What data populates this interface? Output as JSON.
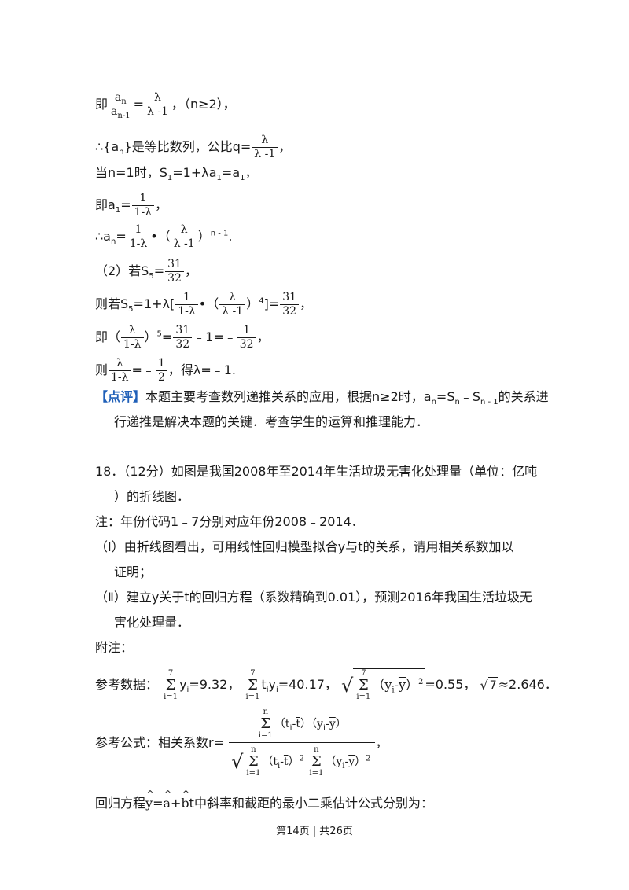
{
  "l1": {
    "a": "即",
    "num": "a",
    "nsub": "n",
    "den": "a",
    "dsub": "n-1",
    "eq": "=",
    "num2": "λ",
    "den2": "λ -1",
    "tail": "，（n≥2），"
  },
  "l2": {
    "a": "∴{a",
    "sub": "n",
    "b": "}是等比数列，公比q=",
    "num": "λ",
    "den": "λ -1",
    "tail": "，"
  },
  "l3": {
    "a": "当n=1时，S",
    "s1": "1",
    "b": "=1+λa",
    "s2": "1",
    "c": "=a",
    "s3": "1",
    "d": "，"
  },
  "l4": {
    "a": "即a",
    "s1": "1",
    "b": "=",
    "num": "1",
    "den": "1-λ",
    "tail": "，"
  },
  "l5": {
    "a": "∴a",
    "s1": "n",
    "b": "=",
    "num": "1",
    "den": "1-λ",
    "c": "•（",
    "num2": "λ",
    "den2": "λ -1",
    "d": "）",
    "sup": "n - 1",
    "tail": "."
  },
  "l6": {
    "a": "（2）若S",
    "s1": "5",
    "b": "=",
    "num": "31",
    "den": "32",
    "tail": "，"
  },
  "l7": {
    "a": "则若S",
    "s1": "5",
    "b": "=1+λ[",
    "num": "1",
    "den": "1-λ",
    "c": "•（",
    "num2": "λ",
    "den2": "λ -1",
    "d": "）",
    "sup": "4",
    "e": "]=",
    "num3": "31",
    "den3": "32",
    "tail": "，"
  },
  "l8": {
    "a": "即（",
    "num": "λ",
    "den": "1-λ",
    "b": "）",
    "sup": "5",
    "c": "=",
    "num2": "31",
    "den2": "32",
    "d": "﹣1=﹣",
    "num3": "1",
    "den3": "32",
    "tail": "，"
  },
  "l9": {
    "a": "则",
    "num": "λ",
    "den": "1-λ",
    "b": "=﹣",
    "num2": "1",
    "den2": "2",
    "tail": "，得λ=﹣1."
  },
  "comment": {
    "tag": "【点评】",
    "a": "本题主要考查数列递推关系的应用，根据n≥2时，a",
    "s1": "n",
    "b": "=S",
    "s2": "n",
    "c": "﹣S",
    "s3": "n - 1",
    "d": "的关系进",
    "line2": "行递推是解决本题的关键．考查学生的运算和推理能力．"
  },
  "q18": {
    "line1": "18．（12分）如图是我国2008年至2014年生活垃圾无害化处理量（单位：亿吨",
    "line2": "）的折线图．",
    "note": "注：年份代码1﹣7分别对应年份2008﹣2014．",
    "p1a": "（Ⅰ）由折线图看出，可用线性回归模型拟合y与t的关系，请用相关系数加以",
    "p1b": "证明；",
    "p2a": "（Ⅱ）建立y关于t的回归方程（系数精确到0.01），预测2016年我国生活垃圾无",
    "p2b": "害化处理量．",
    "appendix": "附注："
  },
  "ref_data": {
    "label": "参考数据：",
    "top": "7",
    "bot": "i=1",
    "sig": "Σ",
    "t1": "y",
    "t1s": "i",
    "v1": "=9.32，",
    "t2": "t",
    "t2s": "i",
    "t3": "y",
    "t3s": "i",
    "v2": "=40.17，",
    "inner": "（y",
    "inner_s": "i",
    "minus": "-",
    "ybar": "y",
    "inner_end": "）",
    "sq": "2",
    "v3": "=0.55，",
    "sqrt7": "7",
    "v4": "≈2.646．"
  },
  "ref_formula": {
    "label": "参考公式：相关系数r=",
    "n": "n",
    "i1": "i=1",
    "num_body": "（t",
    "tbar": "t",
    "mid": "）（y",
    "ybar": "y",
    "end": "）",
    "i_sub": "i",
    "minus": "-",
    "sq": "2",
    "tail": "，"
  },
  "regression": {
    "a": "回归方程",
    "y": "y",
    "eq": "=",
    "ahat": "a",
    "plus": "+",
    "bhat": "b",
    "b": "t中斜率和截距的最小二乘估计公式分别为："
  },
  "footer": "第14页 | 共26页"
}
